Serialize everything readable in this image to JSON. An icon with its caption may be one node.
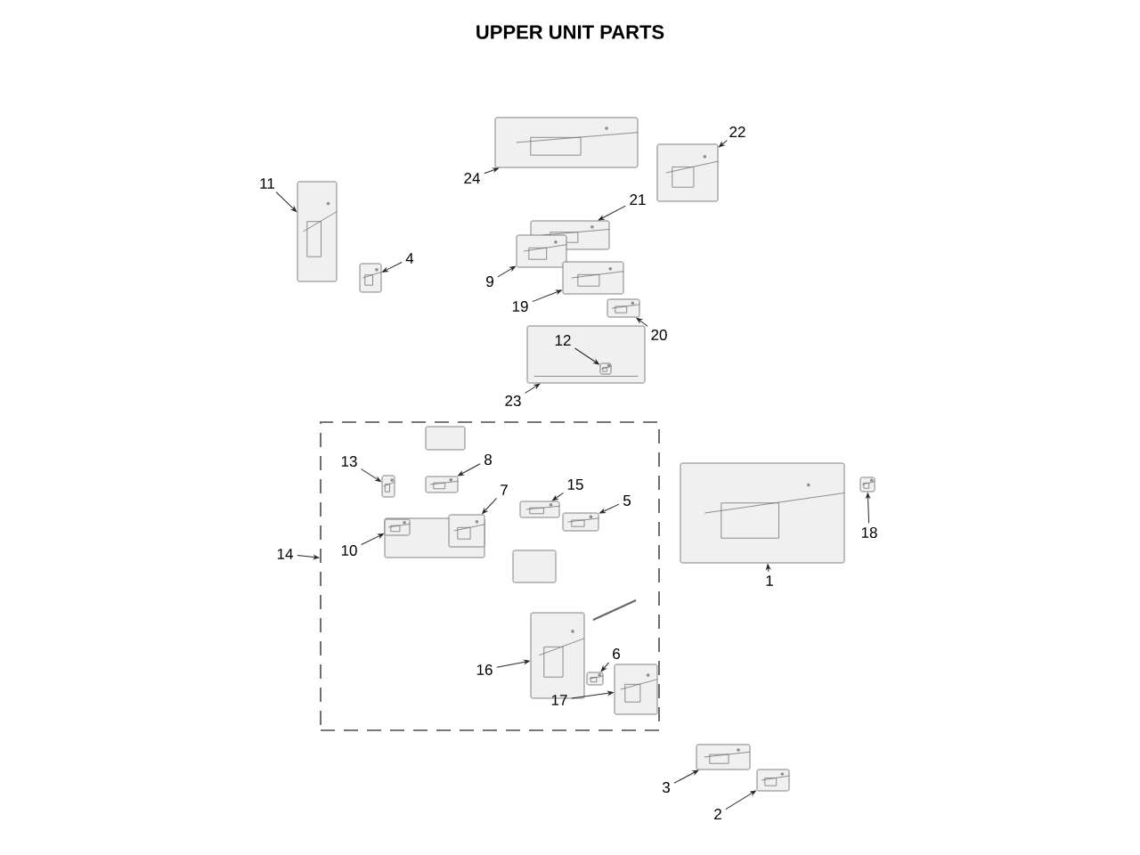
{
  "diagram": {
    "title": "UPPER UNIT PARTS",
    "nodes": [
      {
        "text": [
          "24"
        ]
      },
      {
        "text": [],
        "shape": "picture"
      },
      {
        "text": [
          "22"
        ]
      },
      {
        "text": [],
        "shape": "picture"
      },
      {
        "text": [
          "11"
        ]
      },
      {
        "text": [],
        "shape": "picture"
      },
      {
        "text": [
          "21"
        ]
      },
      {
        "text": [],
        "shape": "picture"
      },
      {
        "text": [
          "4"
        ]
      },
      {
        "text": [],
        "shape": "picture"
      },
      {
        "text": [
          "9"
        ]
      },
      {
        "text": [],
        "shape": "picture"
      },
      {
        "text": [
          "19"
        ]
      },
      {
        "text": [],
        "shape": "picture"
      },
      {
        "text": [
          "20"
        ]
      },
      {
        "text": [],
        "shape": "picture"
      },
      {
        "text": [],
        "shape": "picture"
      },
      {
        "text": [
          "12"
        ],
        "in": 16
      },
      {
        "text": [],
        "shape": "picture",
        "in": 16
      },
      {
        "text": [
          "23"
        ]
      },
      {
        "text": [],
        "shape": "box"
      },
      {
        "text": [
          "13"
        ],
        "in": 20
      },
      {
        "text": [],
        "shape": "picture",
        "in": 20
      },
      {
        "text": [
          "8"
        ],
        "in": 20
      },
      {
        "text": [],
        "shape": "picture",
        "in": 20
      },
      {
        "text": [
          "7"
        ],
        "in": 20
      },
      {
        "text": [],
        "shape": "picture",
        "in": 20
      },
      {
        "text": [
          "15"
        ],
        "in": 20
      },
      {
        "text": [],
        "shape": "picture",
        "in": 20
      },
      {
        "text": [
          "5"
        ],
        "in": 20
      },
      {
        "text": [],
        "shape": "picture",
        "in": 20
      },
      {
        "text": [
          "10"
        ],
        "in": 20
      },
      {
        "text": [],
        "shape": "picture",
        "in": 20
      },
      {
        "text": [
          "14"
        ]
      },
      {
        "text": [
          "16"
        ],
        "in": 20
      },
      {
        "text": [],
        "shape": "picture",
        "in": 20
      },
      {
        "text": [
          "6"
        ],
        "in": 20
      },
      {
        "text": [],
        "shape": "picture",
        "in": 20
      },
      {
        "text": [
          "17"
        ],
        "in": 20
      },
      {
        "text": [],
        "shape": "picture",
        "in": 20
      },
      {
        "text": [],
        "shape": "picture"
      },
      {
        "text": [
          "1"
        ]
      },
      {
        "text": [],
        "shape": "picture"
      },
      {
        "text": [
          "18"
        ]
      },
      {
        "text": [],
        "shape": "picture"
      },
      {
        "text": [
          "3"
        ]
      },
      {
        "text": [],
        "shape": "picture"
      },
      {
        "text": [
          "2"
        ]
      }
    ],
    "edges": [
      {
        "from": 0,
        "to": 1,
        "arrow": "to"
      },
      {
        "from": 2,
        "to": 3,
        "arrow": "to"
      },
      {
        "from": 4,
        "to": 5,
        "arrow": "to"
      },
      {
        "from": 6,
        "to": 7,
        "arrow": "to"
      },
      {
        "from": 8,
        "to": 9,
        "arrow": "to"
      },
      {
        "from": 10,
        "to": 11,
        "arrow": "to"
      },
      {
        "from": 12,
        "to": 13,
        "arrow": "to"
      },
      {
        "from": 14,
        "to": 15,
        "arrow": "to"
      },
      {
        "from": 17,
        "to": 18,
        "arrow": "to"
      },
      {
        "from": 19,
        "to": 16,
        "arrow": "to"
      },
      {
        "from": 21,
        "to": 22,
        "arrow": "to"
      },
      {
        "from": 23,
        "to": 24,
        "arrow": "to"
      },
      {
        "from": 25,
        "to": 26,
        "arrow": "to"
      },
      {
        "from": 27,
        "to": 28,
        "arrow": "to"
      },
      {
        "from": 29,
        "to": 30,
        "arrow": "to"
      },
      {
        "from": 31,
        "to": 32,
        "arrow": "to"
      },
      {
        "from": 33,
        "to": 20,
        "arrow": "to"
      },
      {
        "from": 34,
        "to": 35,
        "arrow": "to"
      },
      {
        "from": 36,
        "to": 37,
        "arrow": "to"
      },
      {
        "from": 38,
        "to": 39,
        "arrow": "to"
      },
      {
        "from": 41,
        "to": 40,
        "arrow": "to"
      },
      {
        "from": 43,
        "to": 42,
        "arrow": "to"
      },
      {
        "from": 45,
        "to": 44,
        "arrow": "to"
      },
      {
        "from": 47,
        "to": 46,
        "arrow": "to"
      }
    ]
  }
}
